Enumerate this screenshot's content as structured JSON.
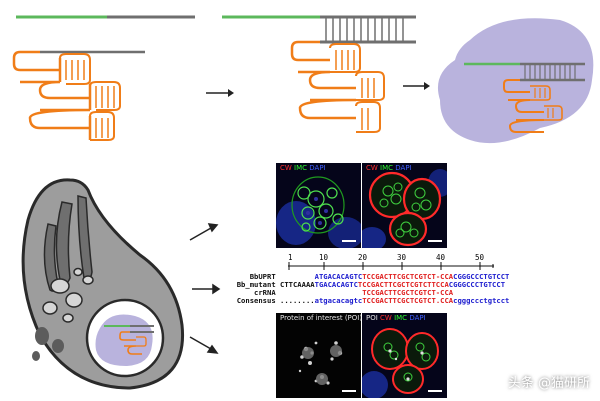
{
  "colors": {
    "crispr_orange": "#f07d18",
    "guide_green": "#5cb85c",
    "dna_gray": "#6f6f6f",
    "cas9_lavender": "#b9b3dd",
    "cell_gray": "#9d9d9d",
    "seq_red": "#e02020",
    "seq_blue": "#2020d0",
    "cw_red": "#ff3030",
    "imc_green": "#30ff30",
    "dapi_blue": "#4060ff"
  },
  "alignment": {
    "ruler_ticks": [
      "1",
      "10",
      "20",
      "30",
      "40",
      "50"
    ],
    "rows": [
      {
        "name": "BbUPRT",
        "segments": [
          {
            "text": "        ",
            "color": "#111"
          },
          {
            "text": "ATGACACAGTC",
            "color": "#2020d0"
          },
          {
            "text": "TCCGACTTCGCTCGTCT",
            "color": "#e02020"
          },
          {
            "text": "-CCA",
            "color": "#e02020"
          },
          {
            "text": "CGGGCCCTGTCCT",
            "color": "#2020d0"
          }
        ]
      },
      {
        "name": "Bb_mutant",
        "segments": [
          {
            "text": "CTTCAAAA",
            "color": "#111"
          },
          {
            "text": "TGACACAGTC",
            "color": "#2020d0"
          },
          {
            "text": "TCCGACTTCGCTCGTCTT",
            "color": "#e02020"
          },
          {
            "text": "CCA",
            "color": "#e02020"
          },
          {
            "text": "CGGGCCCTGTCCT",
            "color": "#2020d0"
          }
        ]
      },
      {
        "name": "crRNA",
        "segments": [
          {
            "text": "                   ",
            "color": "#111"
          },
          {
            "text": "TCCGACTTCGCTCGTCT",
            "color": "#e02020"
          },
          {
            "text": "-CCA",
            "color": "#e02020"
          }
        ]
      },
      {
        "name": "Consensus",
        "segments": [
          {
            "text": "........",
            "color": "#111"
          },
          {
            "text": "atgacacagtc",
            "color": "#2020d0"
          },
          {
            "text": "TCCGACTTCGCTCGTCT",
            "color": "#e02020"
          },
          {
            "text": ".CCA",
            "color": "#e02020"
          },
          {
            "text": "cgggccctgtcct",
            "color": "#2020d0"
          }
        ]
      }
    ]
  },
  "micrographs": {
    "top_left_label": [
      "CW",
      "IMC",
      "DAPI"
    ],
    "top_right_label": [
      "CW",
      "IMC",
      "DAPI"
    ],
    "bottom_left_label": "Protein of interest (POI)",
    "bottom_right_label": [
      "POI",
      "CW",
      "IMC",
      "DAPI"
    ]
  },
  "watermark": "头条 @猫研所"
}
